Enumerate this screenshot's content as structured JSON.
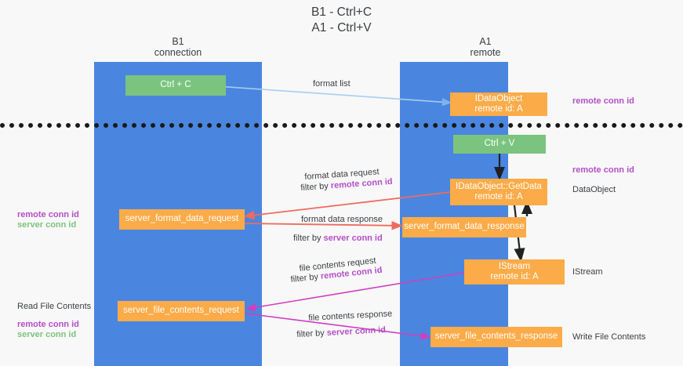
{
  "title": {
    "line1": "B1 - Ctrl+C",
    "line2": "A1 - Ctrl+V"
  },
  "columns": [
    {
      "name": "B1",
      "role": "connection"
    },
    {
      "name": "A1",
      "role": "remote"
    }
  ],
  "nodes": {
    "ctrl_c": {
      "label": "Ctrl + C",
      "color": "#7bc47f"
    },
    "ctrl_v": {
      "label": "Ctrl + V",
      "color": "#7bc47f"
    },
    "idataobject": {
      "line1": "IDataObject",
      "line2": "remote id: A",
      "color": "#fbab48"
    },
    "idataobject_getdata": {
      "line1": "IDataObject::GetData",
      "line2": "remote id: A",
      "color": "#fbab48"
    },
    "istream": {
      "line1": "IStream",
      "line2": "remote id: A",
      "color": "#fbab48"
    },
    "server_format_data_request": {
      "label": "server_format_data_request",
      "color": "#fbab48"
    },
    "server_format_data_response": {
      "label": "server_format_data_response",
      "color": "#fbab48"
    },
    "server_file_contents_request": {
      "label": "server_file_contents_request",
      "color": "#fbab48"
    },
    "server_file_contents_response": {
      "label": "server_file_contents_response",
      "color": "#fbab48"
    }
  },
  "edges": {
    "format_list": {
      "label": "format list",
      "color": "#a8cdf0"
    },
    "format_data_request": {
      "label": "format data request",
      "filter_prefix": "filter by ",
      "filter_key": "remote conn id",
      "color": "#ef6b5e"
    },
    "format_data_response": {
      "label": "format data response",
      "filter_prefix": "filter by ",
      "filter_key": "server conn id",
      "color": "#ef6b5e"
    },
    "file_contents_request": {
      "label": "file contents request",
      "filter_prefix": "filter by ",
      "filter_key": "remote conn id",
      "color": "#cf3fc0"
    },
    "file_contents_response": {
      "label": "file contents response",
      "filter_prefix": "filter by ",
      "filter_key": "server conn id",
      "color": "#cf3fc0"
    }
  },
  "annotations": {
    "right": [
      {
        "text": "remote conn id",
        "style": "purple"
      },
      {
        "text": "remote conn id",
        "style": "purple"
      },
      {
        "text": "DataObject",
        "style": "plain"
      },
      {
        "text": "IStream",
        "style": "plain"
      },
      {
        "text": "Write File Contents",
        "style": "plain"
      }
    ],
    "left": [
      {
        "text": "remote conn id",
        "style": "purple"
      },
      {
        "text": "server conn id",
        "style": "green"
      },
      {
        "text": "Read File Contents",
        "style": "plain"
      },
      {
        "text": "remote conn id",
        "style": "purple"
      },
      {
        "text": "server conn id",
        "style": "green"
      }
    ]
  },
  "colors": {
    "column_band": "#4a86e0",
    "green_node": "#7bc47f",
    "orange_node": "#fbab48",
    "remote_conn_id": "#b44fc8",
    "server_conn_id": "#7bc47f",
    "divider": "#1a1a1a",
    "background": "#f8f8f8"
  }
}
